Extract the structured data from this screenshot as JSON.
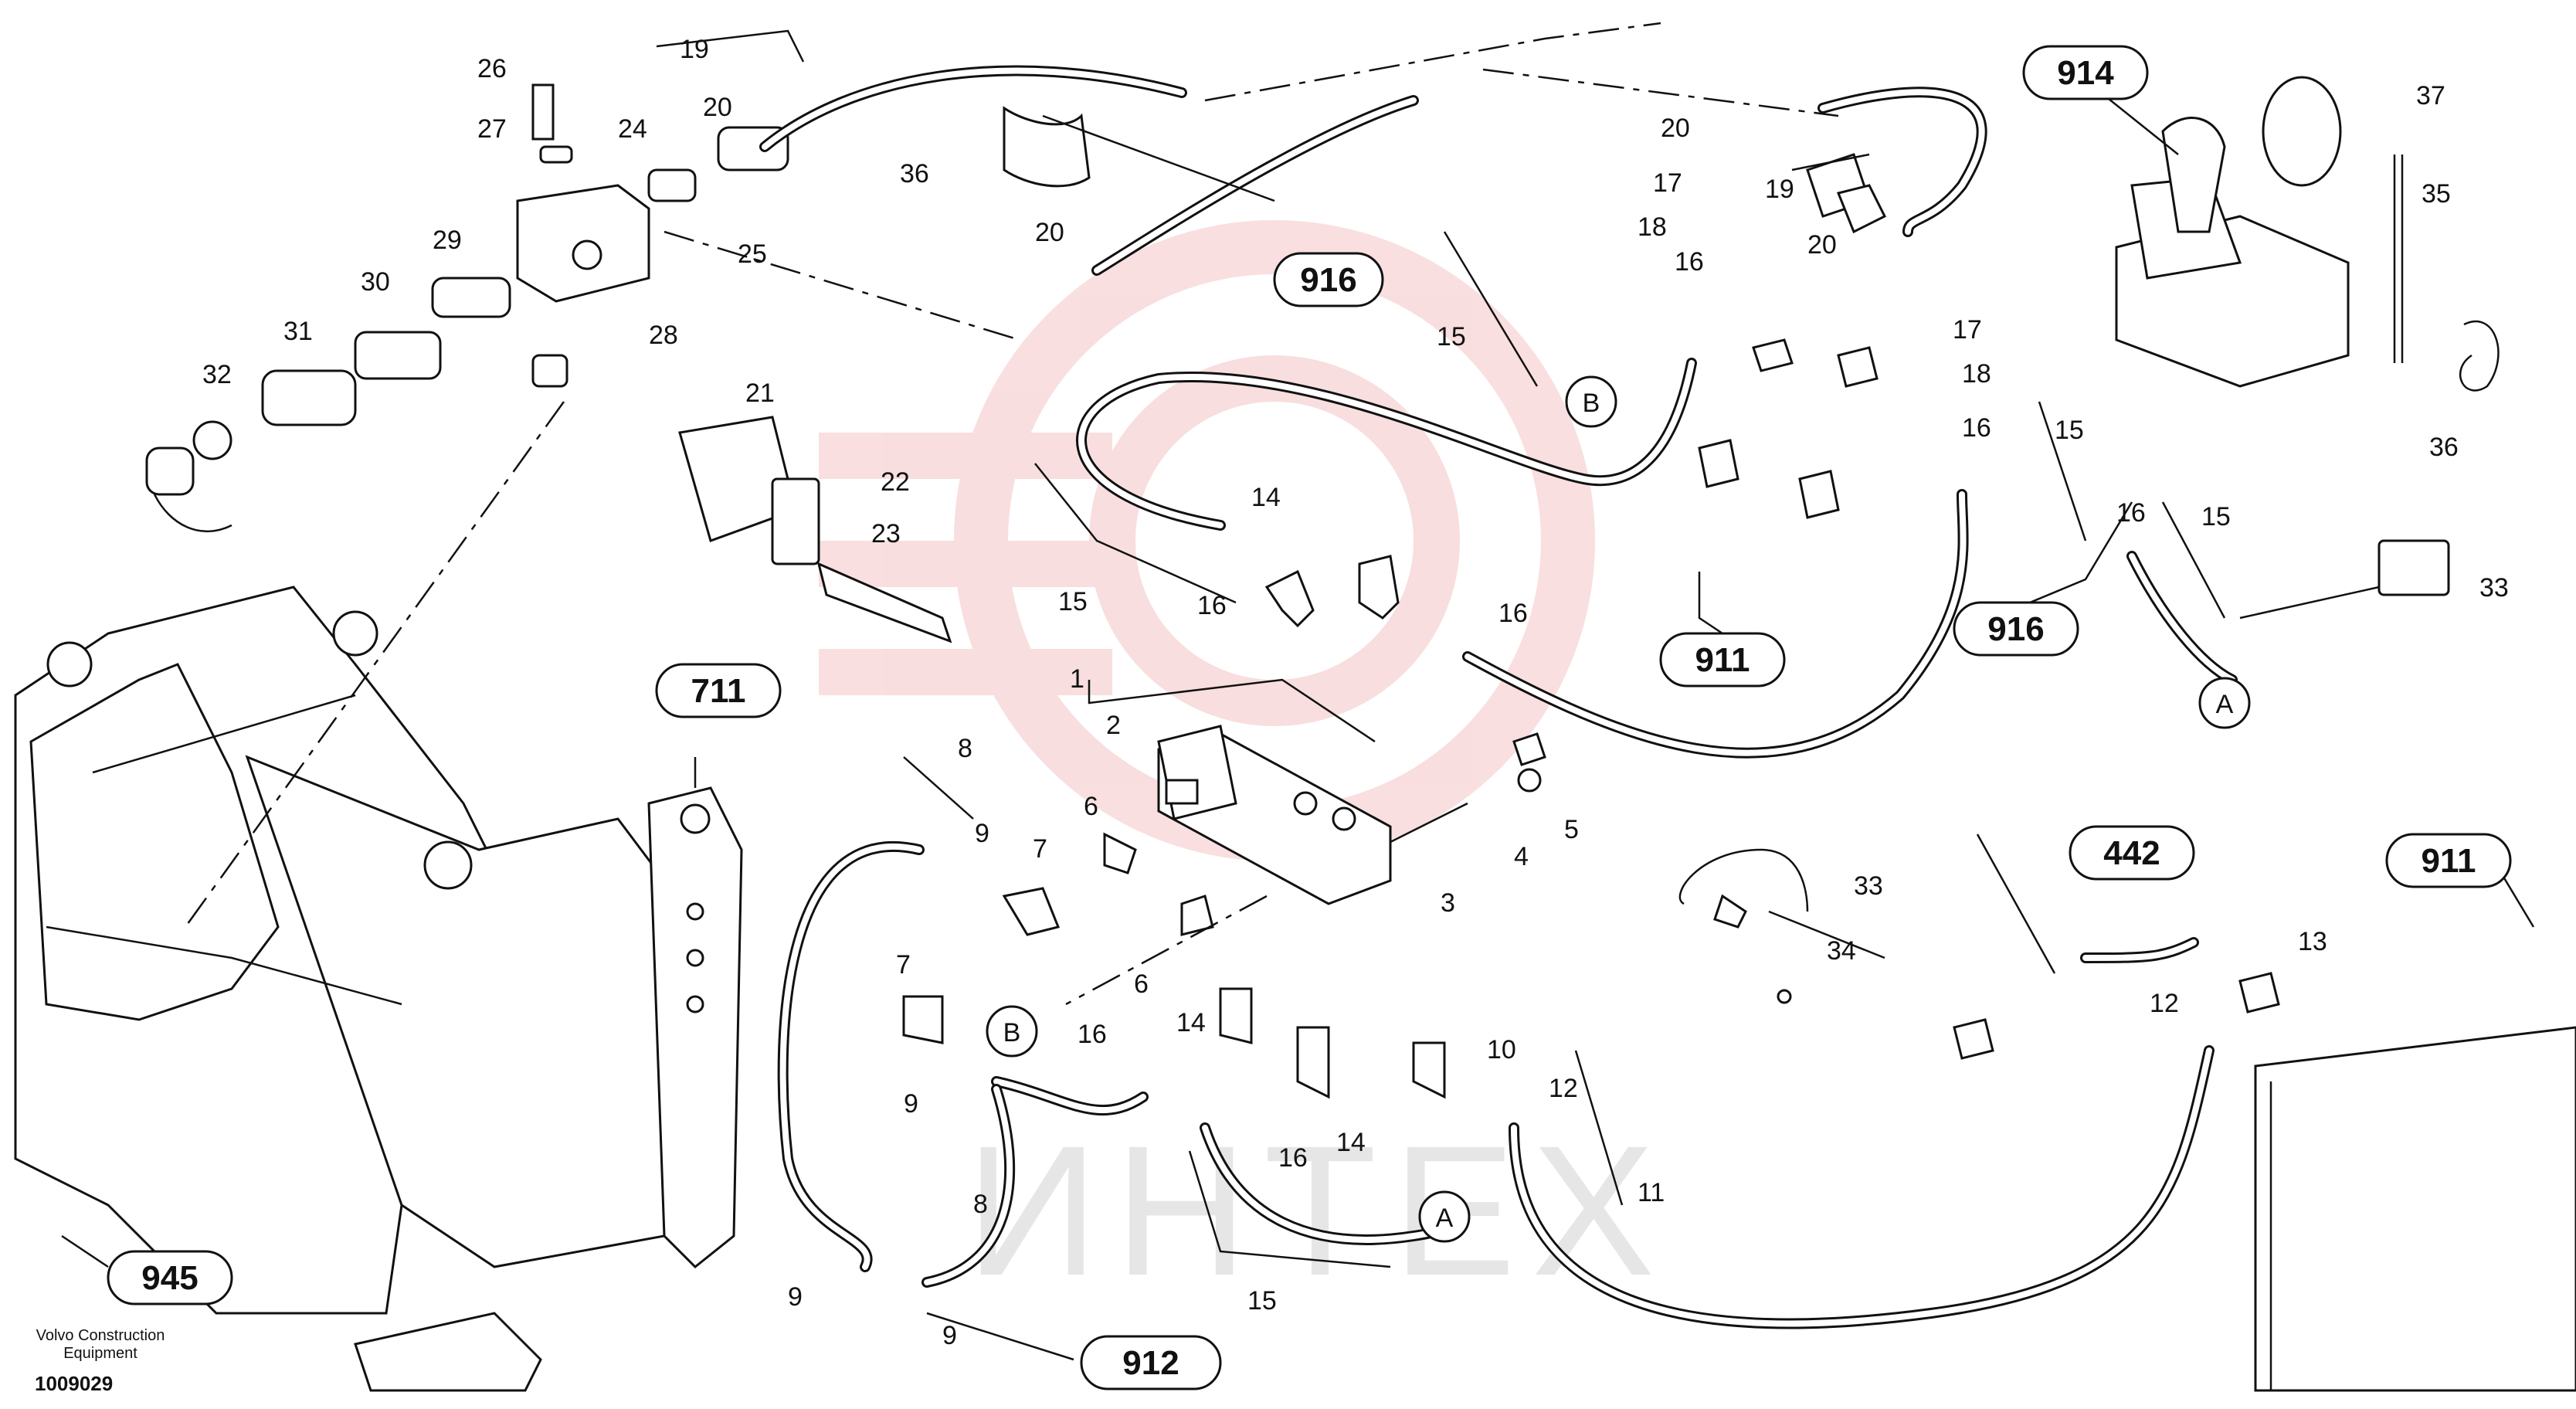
{
  "caption": {
    "company_line1": "Volvo Construction",
    "company_line2": "Equipment",
    "drawing_number": "1009029"
  },
  "watermark": {
    "text": "ИНТЕХ",
    "color": "#f2b5b5"
  },
  "group_labels": [
    "916",
    "911",
    "914",
    "916",
    "711",
    "442",
    "911",
    "945",
    "912"
  ],
  "connection_labels": [
    "B",
    "A",
    "B",
    "A"
  ],
  "part_numbers": [
    "26",
    "27",
    "24",
    "20",
    "19",
    "25",
    "29",
    "30",
    "31",
    "32",
    "28",
    "36",
    "20",
    "21",
    "22",
    "23",
    "1",
    "2",
    "6",
    "7",
    "8",
    "9",
    "3",
    "4",
    "5",
    "14",
    "15",
    "16",
    "16",
    "6",
    "7",
    "9",
    "16",
    "14",
    "14",
    "10",
    "12",
    "8",
    "9",
    "9",
    "16",
    "15",
    "11",
    "17",
    "18",
    "16",
    "15",
    "20",
    "17",
    "19",
    "20",
    "18",
    "16",
    "15",
    "37",
    "35",
    "36",
    "16",
    "15",
    "33",
    "33",
    "34",
    "13",
    "12"
  ]
}
